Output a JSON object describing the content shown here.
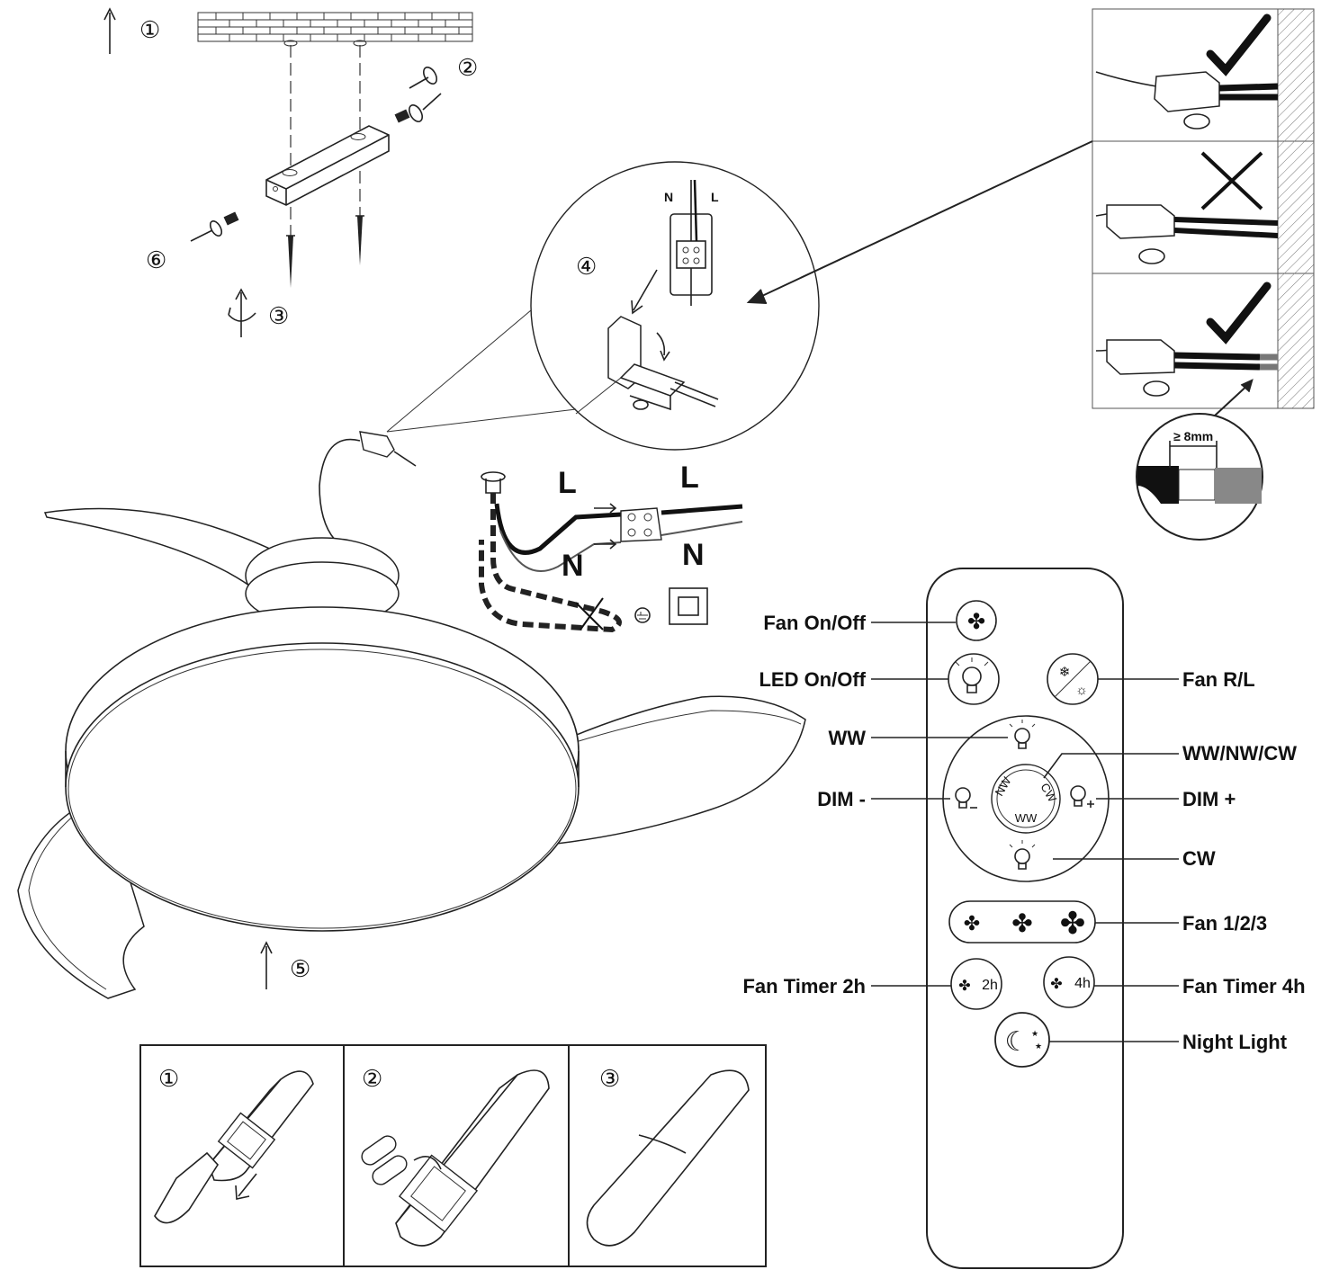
{
  "steps": {
    "s1": "①",
    "s2": "②",
    "s3": "③",
    "s4": "④",
    "s5": "⑤",
    "s6": "⑥"
  },
  "wiring": {
    "left_l": "L",
    "left_n": "N",
    "right_l": "L",
    "right_n": "N",
    "detail_n": "N",
    "detail_l": "L"
  },
  "strip": {
    "length": "≥ 8mm"
  },
  "remote": {
    "labels": {
      "fan_on_off": "Fan On/Off",
      "led_on_off": "LED On/Off",
      "fan_rl": "Fan R/L",
      "ww": "WW",
      "ww_nw_cw": "WW/NW/CW",
      "dim_minus": "DIM -",
      "dim_plus": "DIM +",
      "cw": "CW",
      "fan_123": "Fan 1/2/3",
      "timer_2h": "Fan Timer 2h",
      "timer_4h": "Fan Timer 4h",
      "night_light": "Night Light"
    },
    "ring": {
      "nw": "NW",
      "cw": "CW",
      "ww": "WW"
    },
    "timer_values": {
      "t2": "2h",
      "t4": "4h"
    }
  },
  "battery": {
    "p1": "①",
    "p2": "②",
    "p3": "③"
  }
}
